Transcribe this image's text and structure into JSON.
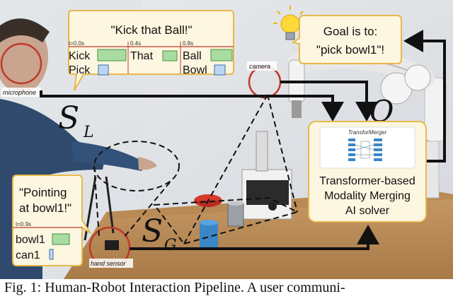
{
  "speech_bubble": {
    "quote": "\"Kick that Ball!\"",
    "times": [
      "t=0.0s",
      "0.4s",
      "0.8s"
    ],
    "row1": [
      "Kick",
      "That",
      "Ball"
    ],
    "row2": [
      "Pick",
      "Bowl"
    ]
  },
  "goal_bubble": {
    "line1": "Goal is to:",
    "line2": "\"pick bowl1\"!"
  },
  "labels": {
    "microphone": "microphone",
    "camera": "camera",
    "hand_sensor": "hand sensor",
    "s_l": "S",
    "s_l_sub": "L",
    "s_g": "S",
    "s_g_sub": "G",
    "o": "O"
  },
  "merger": {
    "title": "TransforMerger",
    "line1": "Transformer-based",
    "line2": "Modality Merging",
    "line3": "AI solver"
  },
  "pointing_box": {
    "line1": "\"Pointing",
    "line2": "at bowl1!\"",
    "time": "t=0.9s",
    "row1": "bowl1",
    "row2": "can1"
  },
  "caption": "Fig. 1: Human-Robot Interaction Pipeline. A user communi-",
  "colors": {
    "bubble_fill": "#fdf6e0",
    "bubble_border": "#e8b84a",
    "bar_green": "#a8dca0",
    "bar_blue": "#bcd6f2",
    "highlight_red": "#c0392b",
    "arrow": "#111111"
  }
}
